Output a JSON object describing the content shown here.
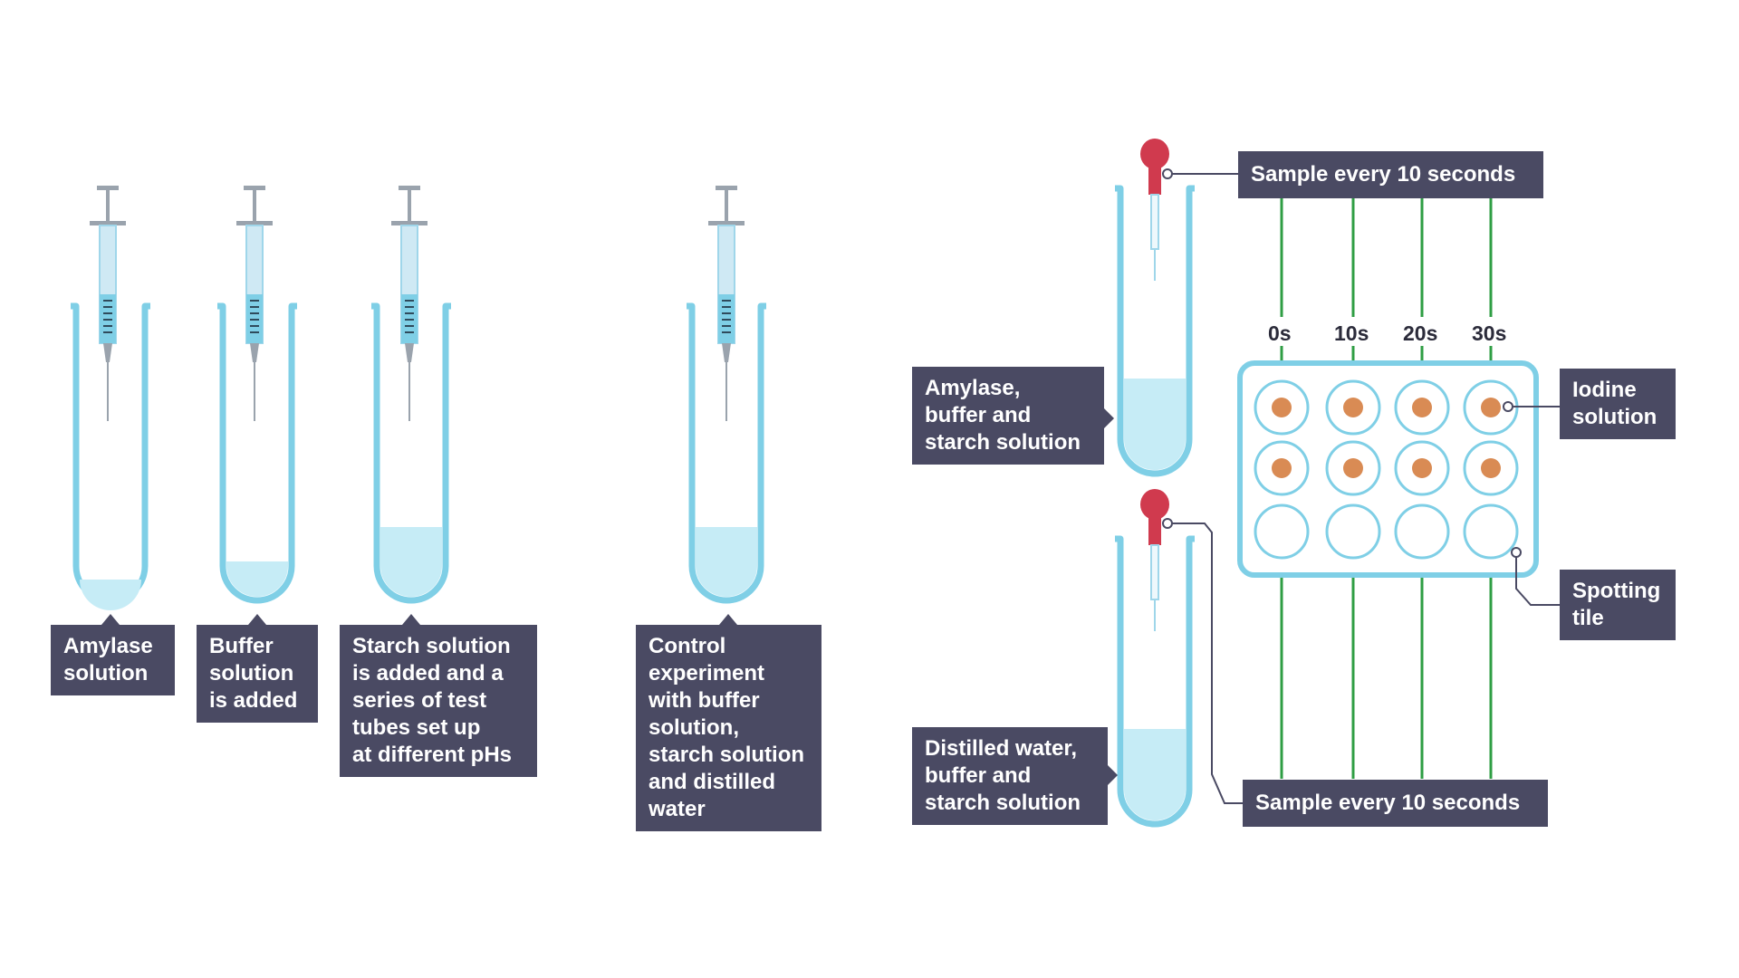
{
  "left_panel": {
    "labels": {
      "amylase": [
        "Amylase",
        "solution"
      ],
      "buffer": [
        "Buffer",
        "solution",
        "is added"
      ],
      "starch": [
        "Starch solution",
        "is added and a",
        "series of test",
        "tubes set up",
        "at different pHs"
      ],
      "control": [
        "Control",
        "experiment",
        "with buffer",
        "solution,",
        "starch solution",
        "and distilled",
        "water"
      ]
    }
  },
  "right_panel": {
    "labels": {
      "sample_top": "Sample every 10 seconds",
      "sample_bottom": "Sample every 10 seconds",
      "tube_top": [
        "Amylase,",
        "buffer and",
        "starch solution"
      ],
      "tube_bottom": [
        "Distilled water,",
        "buffer and",
        "starch solution"
      ],
      "iodine": [
        "Iodine",
        "solution"
      ],
      "tile": [
        "Spotting",
        "tile"
      ]
    },
    "times": [
      "0s",
      "10s",
      "20s",
      "30s"
    ]
  },
  "colors": {
    "label_bg": "#4a4a63",
    "tube_stroke": "#7fcfe6",
    "liquid": "#c6ecf6",
    "arrow_green": "#2f9e44",
    "dropper_red": "#d03a4e",
    "iodine_spot": "#d98b54",
    "syringe_grey": "#9aa3ad"
  },
  "icons": [
    "syringe-icon",
    "dropper-icon",
    "test-tube-icon",
    "spotting-tile-icon"
  ]
}
